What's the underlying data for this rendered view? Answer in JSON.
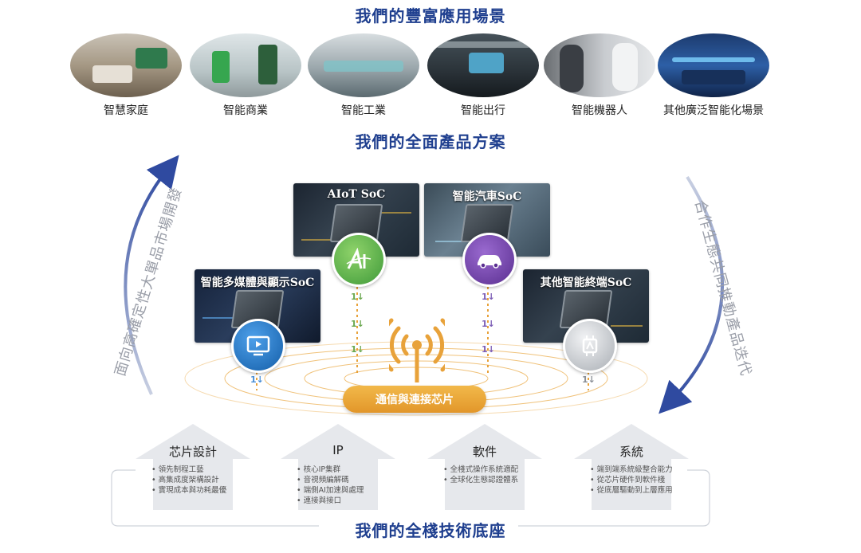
{
  "headings": {
    "scenarios": "我們的豐富應用場景",
    "products": "我們的全面產品方案",
    "platform": "我們的全棧技術底座"
  },
  "scenarios": [
    {
      "label": "智慧家庭",
      "icon": "smart-home-photo"
    },
    {
      "label": "智能商業",
      "icon": "smart-retail-photo"
    },
    {
      "label": "智能工業",
      "icon": "smart-industry-photo"
    },
    {
      "label": "智能出行",
      "icon": "smart-mobility-photo"
    },
    {
      "label": "智能機器人",
      "icon": "robot-photo"
    },
    {
      "label": "其他廣泛智能化場景",
      "icon": "smart-scene-photo"
    }
  ],
  "products": [
    {
      "title": "AIoT SoC",
      "icon": "ai-chip-icon",
      "color": "#4caf50"
    },
    {
      "title": "智能汽車SoC",
      "icon": "car-icon",
      "color": "#6a3fa0"
    },
    {
      "title": "智能多媒體與顯示SoC",
      "icon": "display-icon",
      "color": "#1a73c9"
    },
    {
      "title": "其他智能終端SoC",
      "icon": "chip-icon",
      "color": "#9aa0a6"
    }
  ],
  "connectivity": {
    "label": "通信與連接芯片",
    "icon": "antenna-icon"
  },
  "arc_labels": {
    "left": "面向高確定性大單品市場開發",
    "right": "合作生態共同推動產品迭代"
  },
  "pillars": [
    {
      "title": "芯片設計",
      "items": [
        "領先制程工藝",
        "高集成度架構設計",
        "實現成本與功耗最優"
      ]
    },
    {
      "title": "IP",
      "items": [
        "核心IP集群",
        "音視頻編解碼",
        "端側AI加速與處理",
        "連接與接口"
      ]
    },
    {
      "title": "軟件",
      "items": [
        "全棧式操作系統適配",
        "全球化生態認證體系"
      ]
    },
    {
      "title": "系統",
      "items": [
        "端到端系統級整合能力",
        "從芯片硬件到軟件棧",
        "從底層驅動到上層應用"
      ]
    }
  ],
  "colors": {
    "heading": "#1f3f8f",
    "arrow": "#2f4aa0",
    "orange": "#e8a23a",
    "arc": "#b9c2d6"
  }
}
